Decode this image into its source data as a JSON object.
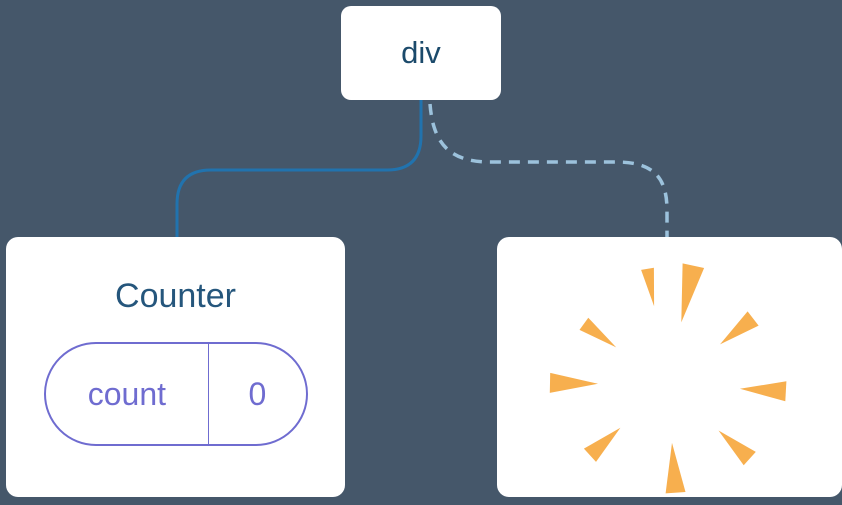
{
  "diagram": {
    "root": {
      "label": "div"
    },
    "counter": {
      "title": "Counter",
      "state": {
        "key": "count",
        "value": "0"
      }
    },
    "sparkle": {
      "icon": "starburst-icon"
    },
    "edges": [
      {
        "target": "counter",
        "style": "solid"
      },
      {
        "target": "sparkle",
        "style": "dashed"
      }
    ],
    "colors": {
      "background": "#45576A",
      "card": "#FFFFFF",
      "solid_edge": "#2173AE",
      "dashed_edge": "#9CC2DC",
      "node_text": "#1B4A6B",
      "title_text": "#25567C",
      "state_accent": "#6F6CD0",
      "burst": "#F7AF4E"
    }
  }
}
